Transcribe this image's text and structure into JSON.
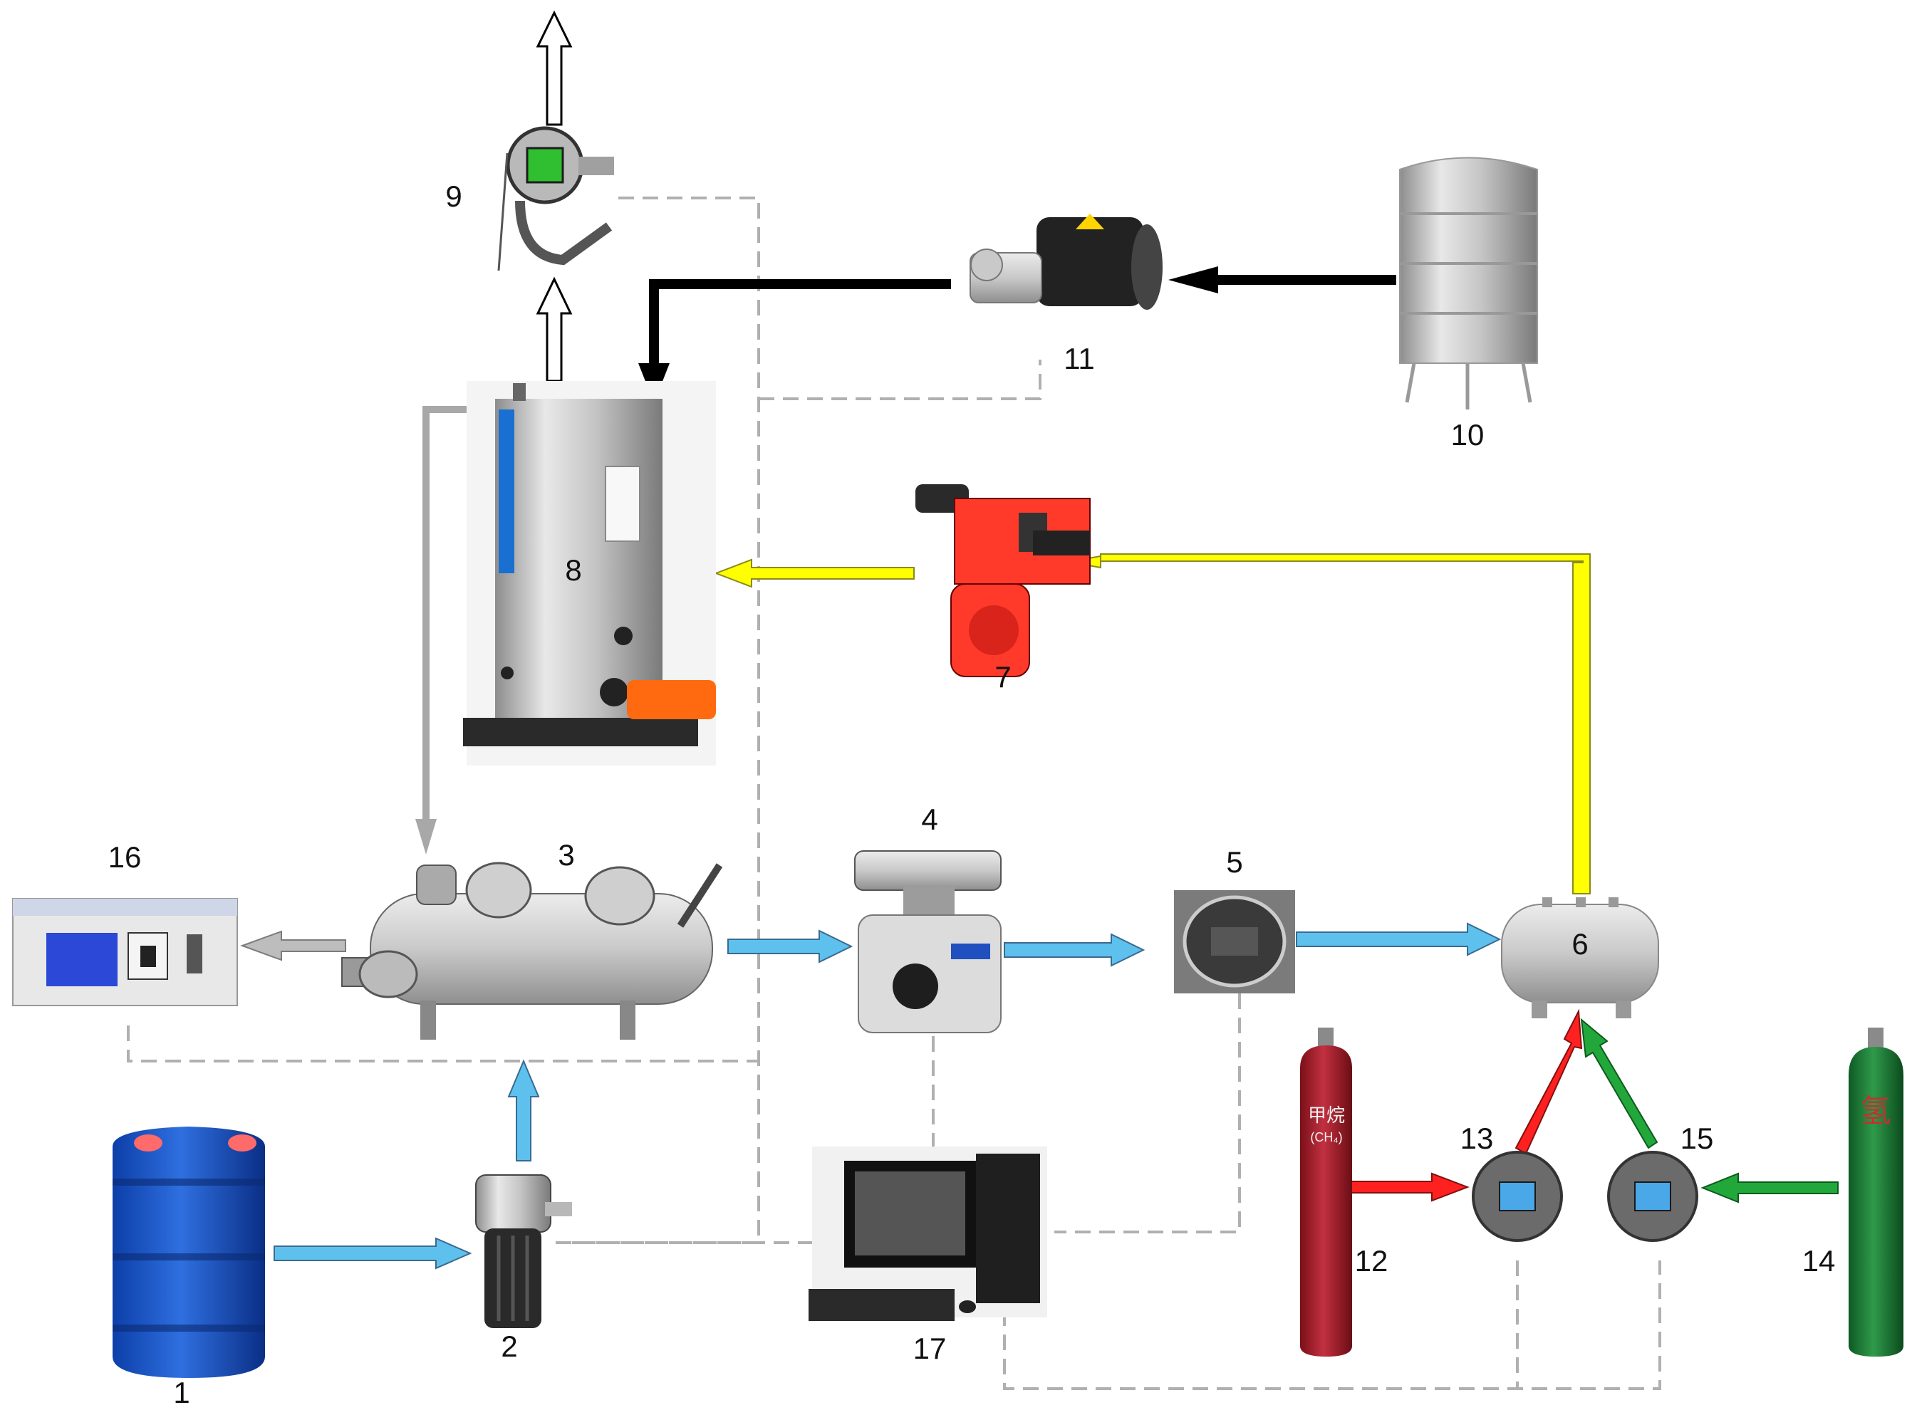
{
  "labels": {
    "n1": "1",
    "n2": "2",
    "n3": "3",
    "n4": "4",
    "n5": "5",
    "n6": "6",
    "n7": "7",
    "n8": "8",
    "n9": "9",
    "n10": "10",
    "n11": "11",
    "n12": "12",
    "n13": "13",
    "n14": "14",
    "n15": "15",
    "n16": "16",
    "n17": "17"
  },
  "cylinder_text": {
    "methane": "甲烷",
    "formula": "(CH₄)",
    "hydrogen": "氢"
  },
  "colors": {
    "liquid_flow": "#5ec0ec",
    "gas_flow": "#ffff00",
    "water_flow": "#000000",
    "methane_flow": "#ff2020",
    "hydrogen_flow": "#22a83a",
    "exhaust": "#ffffff",
    "analysis": "#a8a8a8",
    "signal": "#b0b0b0"
  }
}
